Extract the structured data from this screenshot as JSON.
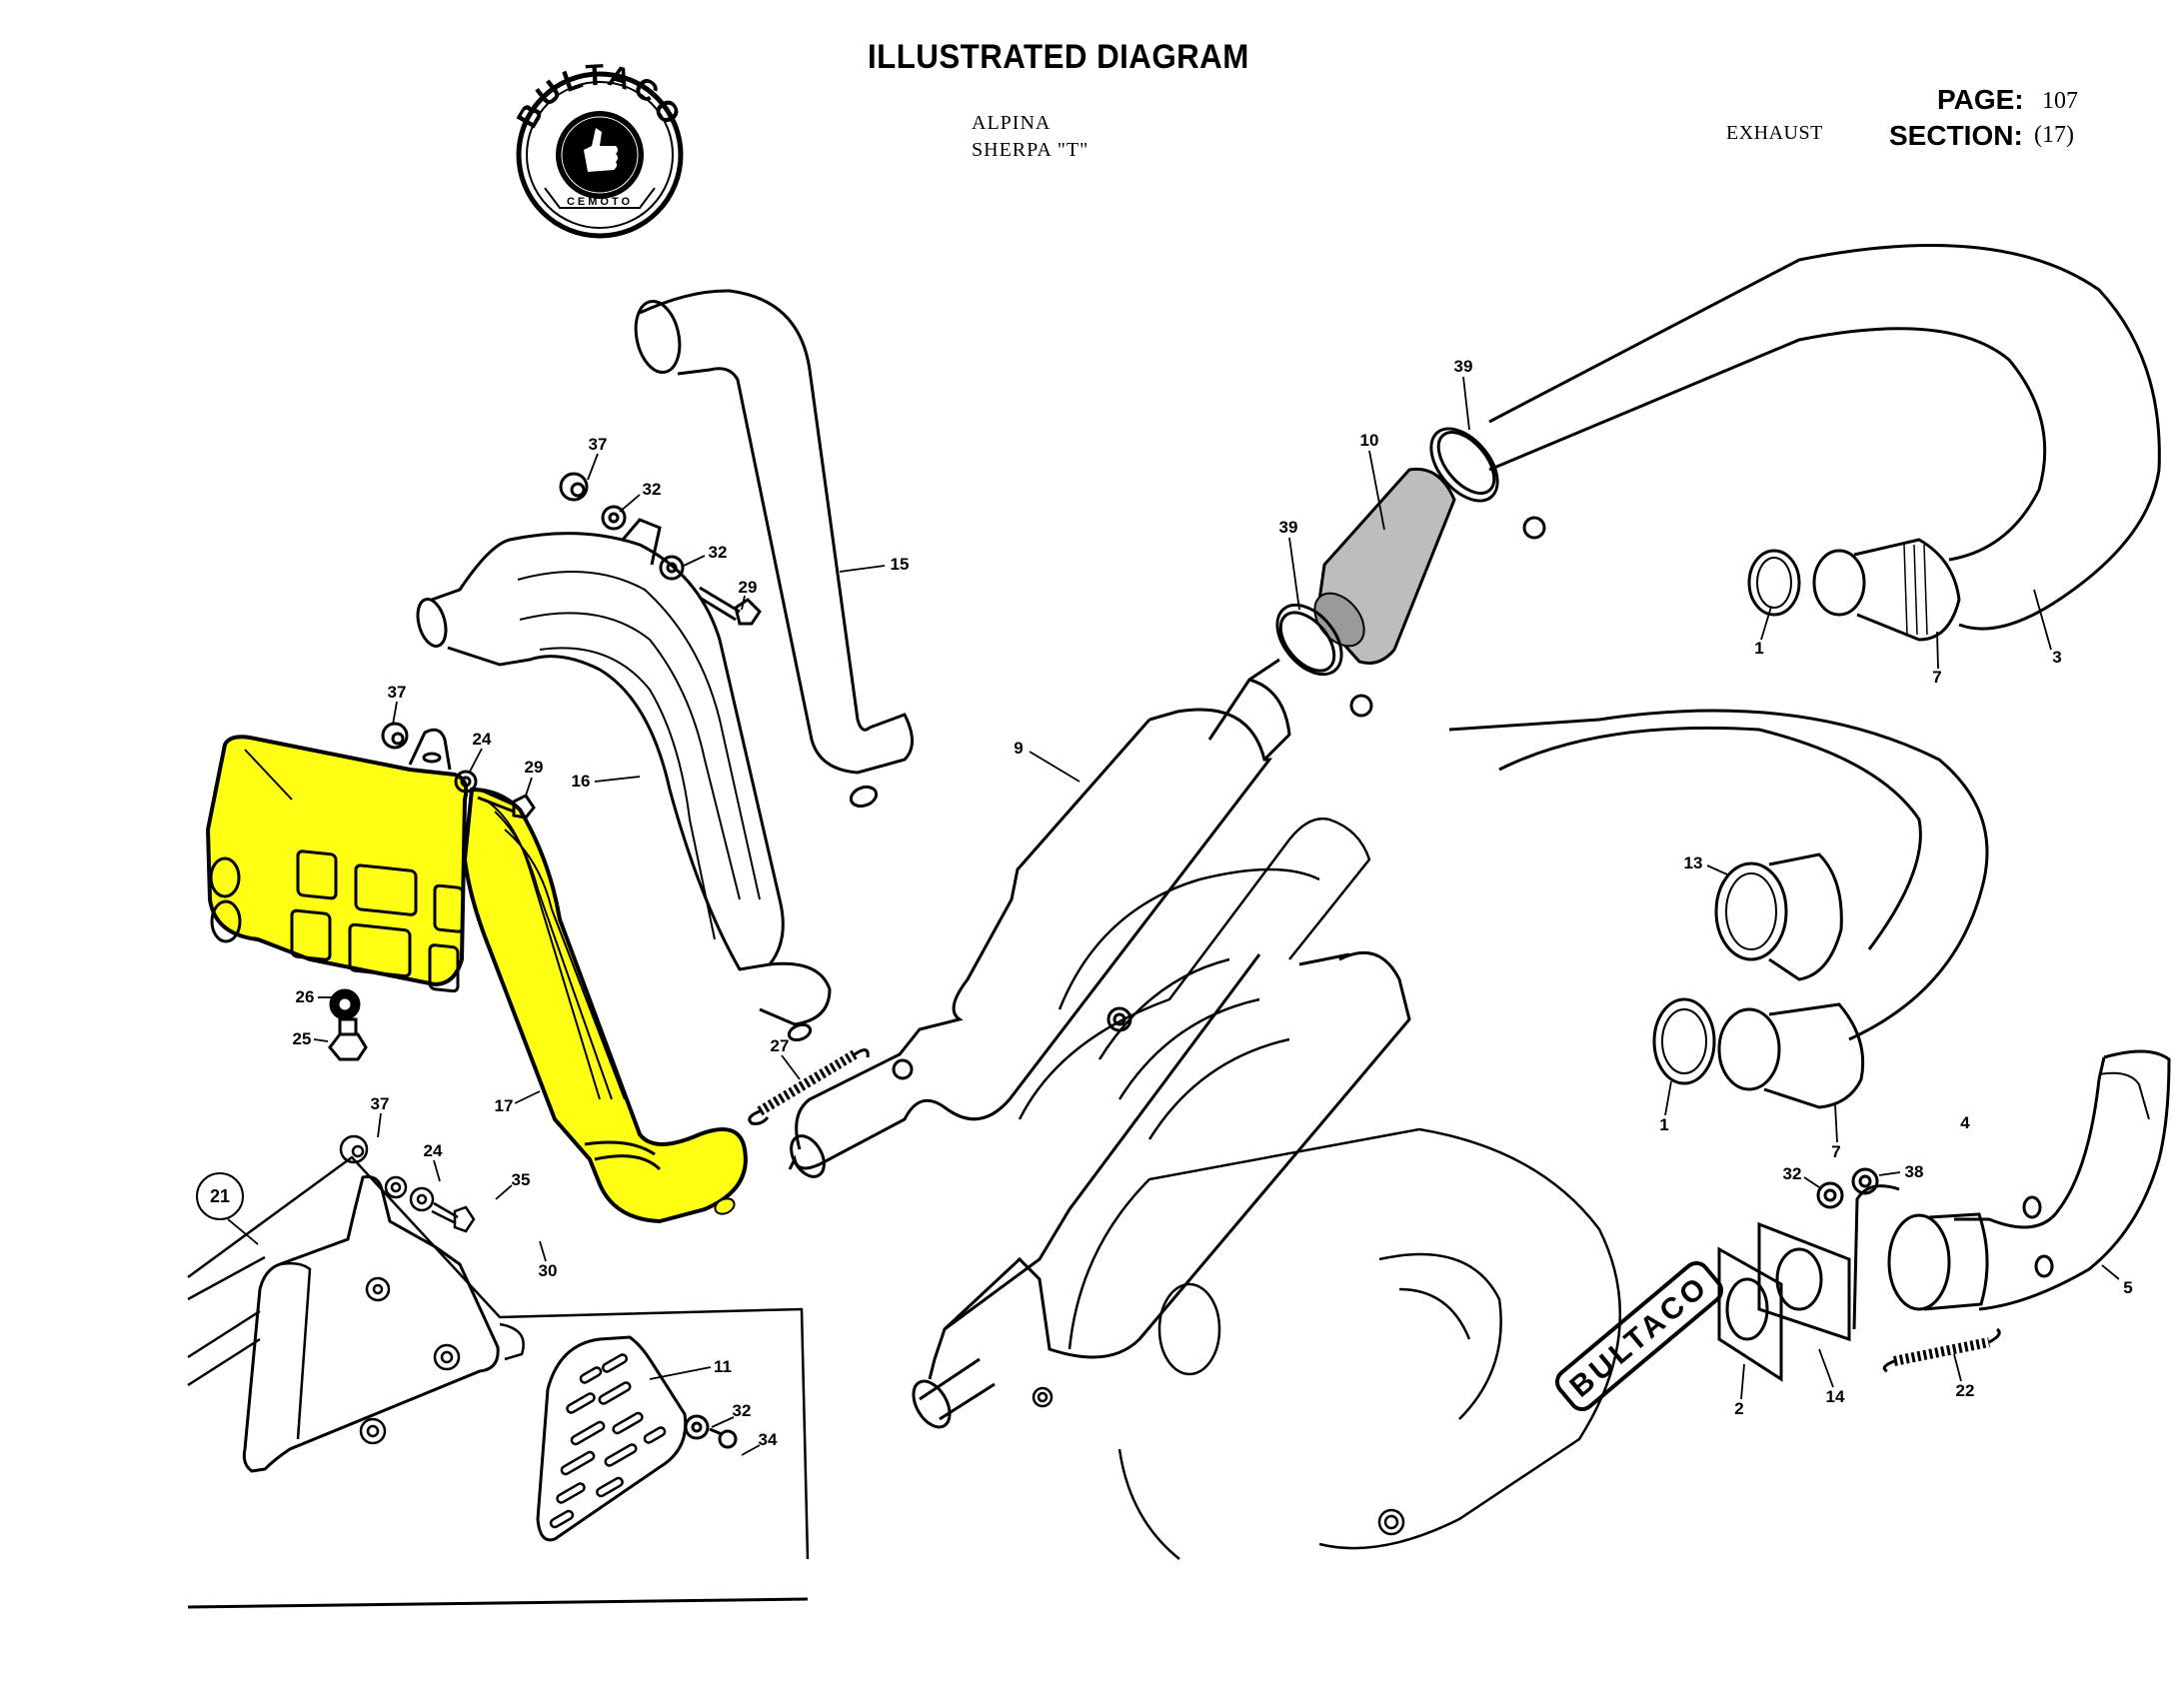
{
  "header": {
    "title": "ILLUSTRATED DIAGRAM",
    "models": [
      "ALPINA",
      "SHERPA \"T\""
    ],
    "section_name": "EXHAUST",
    "page_label": "PAGE:",
    "page_value": "107",
    "section_label": "SECTION:",
    "section_value": "(17)"
  },
  "logo": {
    "brand": "BULTACO",
    "subtitle": "CEMOTO",
    "icon": "thumbs-up-icon"
  },
  "highlight_color": "#FFFF14",
  "highlighted_parts": [
    "11-muffler-shield",
    "17"
  ],
  "engine_badge": "BULTACO",
  "callouts": [
    {
      "id": "37",
      "part": "nut"
    },
    {
      "id": "32",
      "part": "washer"
    },
    {
      "id": "32",
      "part": "washer"
    },
    {
      "id": "29",
      "part": "bolt"
    },
    {
      "id": "15",
      "part": "exhaust-pipe"
    },
    {
      "id": "16",
      "part": "heat-shield"
    },
    {
      "id": "37",
      "part": "nut"
    },
    {
      "id": "24",
      "part": "washer"
    },
    {
      "id": "29",
      "part": "bolt"
    },
    {
      "id": "26",
      "part": "washer"
    },
    {
      "id": "25",
      "part": "nut"
    },
    {
      "id": "17",
      "part": "silencer-tailpipe"
    },
    {
      "id": "27",
      "part": "spring"
    },
    {
      "id": "37",
      "part": "nut"
    },
    {
      "id": "24",
      "part": "washer"
    },
    {
      "id": "35",
      "part": "lock-washer"
    },
    {
      "id": "30",
      "part": "bolt"
    },
    {
      "id": "21",
      "part": "silencer-assembly"
    },
    {
      "id": "11",
      "part": "guard-plate"
    },
    {
      "id": "32",
      "part": "washer"
    },
    {
      "id": "34",
      "part": "screw"
    },
    {
      "id": "39",
      "part": "clamp"
    },
    {
      "id": "10",
      "part": "coupling-sleeve"
    },
    {
      "id": "39",
      "part": "clamp"
    },
    {
      "id": "9",
      "part": "expansion-chamber"
    },
    {
      "id": "1",
      "part": "gasket"
    },
    {
      "id": "7",
      "part": "exhaust-nut"
    },
    {
      "id": "3",
      "part": "front-pipe"
    },
    {
      "id": "13",
      "part": "exhaust-nut"
    },
    {
      "id": "1",
      "part": "gasket"
    },
    {
      "id": "7",
      "part": "exhaust-nut"
    },
    {
      "id": "4",
      "part": "front-pipe"
    },
    {
      "id": "32",
      "part": "washer"
    },
    {
      "id": "38",
      "part": "nut"
    },
    {
      "id": "5",
      "part": "front-pipe"
    },
    {
      "id": "2",
      "part": "gasket"
    },
    {
      "id": "14",
      "part": "flange"
    },
    {
      "id": "22",
      "part": "spring"
    }
  ]
}
